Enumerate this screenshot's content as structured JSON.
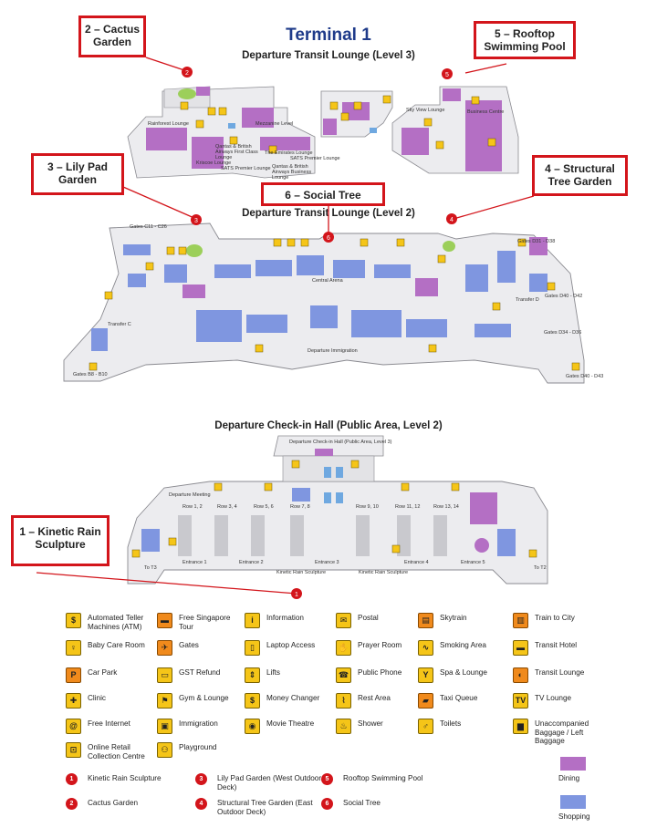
{
  "title": "Terminal 1",
  "levels": {
    "level3": "Departure Transit Lounge (Level 3)",
    "level2": "Departure Transit Lounge (Level 2)",
    "checkin": "Departure Check-in Hall (Public Area, Level 2)",
    "checkin_small": "Departure Check-in Hall (Public Area, Level 3)"
  },
  "callouts": {
    "c1": "1 – Kinetic Rain Sculpture",
    "c2": "2 – Cactus Garden",
    "c3": "3 – Lily Pad Garden",
    "c4": "4 – Structural Tree Garden",
    "c5": "5 – Rooftop Swimming Pool",
    "c6": "6 – Social Tree"
  },
  "map_labels": {
    "l3_a": "Rainforest Lounge",
    "l3_b": "Kriscoe Lounge",
    "l3_c": "Qantas & British Airways First Class Lounge",
    "l3_d": "SATS Premier Lounge",
    "l3_e": "The Emirates Lounge",
    "l3_f": "SATS Premier Lounge",
    "l3_g": "Qantas & British Airways Business Lounge",
    "l3_h": "Mezzanine Level",
    "l3_i": "Sky View Lounge",
    "l3_j": "Business Centre",
    "l2_gate1": "Gates C11 - C26",
    "l2_gate2": "Gates D31 - D38",
    "l2_gate3": "Gates D40 - D42",
    "l2_gate4": "Gates D34 - D36",
    "l2_gate5": "Gates B8 - B10",
    "l2_gate6": "Gates D40 - D43",
    "l2_transfer_c": "Transfer C",
    "l2_transfer_d": "Transfer D",
    "l2_central": "Central Arena",
    "l2_immig": "Departure Immigration",
    "ci_row1": "Row 1, 2",
    "ci_row2": "Row 3, 4",
    "ci_row3": "Row 5, 6",
    "ci_row4": "Row 7, 8",
    "ci_row5": "Row 9, 10",
    "ci_row6": "Row 11, 12",
    "ci_row7": "Row 13, 14",
    "ci_entr1": "Entrance 1",
    "ci_entr2": "Entrance 2",
    "ci_entr3": "Entrance 3",
    "ci_entr4": "Entrance 4",
    "ci_entr5": "Entrance 5",
    "ci_kinetic1": "Kinetic Rain Sculpture",
    "ci_kinetic2": "Kinetic Rain Sculpture",
    "ci_t3": "To T3",
    "ci_t2": "To T2",
    "ci_dep": "Departure Meeting"
  },
  "legend": [
    {
      "label": "Automated Teller Machines (ATM)",
      "icon": "atm-icon",
      "glyph": "$"
    },
    {
      "label": "Baby Care Room",
      "icon": "baby-care-icon",
      "glyph": "♀"
    },
    {
      "label": "Car Park",
      "icon": "car-park-icon",
      "glyph": "P"
    },
    {
      "label": "Clinic",
      "icon": "clinic-icon",
      "glyph": "✚"
    },
    {
      "label": "Free Internet",
      "icon": "internet-icon",
      "glyph": "@"
    },
    {
      "label": "Online Retail Collection Centre",
      "icon": "retail-icon",
      "glyph": "⊡"
    },
    {
      "label": "Free Singapore Tour",
      "icon": "tour-icon",
      "glyph": "▬"
    },
    {
      "label": "Gates",
      "icon": "gates-icon",
      "glyph": "✈"
    },
    {
      "label": "GST Refund",
      "icon": "gst-icon",
      "glyph": "▭"
    },
    {
      "label": "Gym & Lounge",
      "icon": "gym-icon",
      "glyph": "⚑"
    },
    {
      "label": "Immigration",
      "icon": "immigration-icon",
      "glyph": "▣"
    },
    {
      "label": "Playground",
      "icon": "playground-icon",
      "glyph": "⚇"
    },
    {
      "label": "Information",
      "icon": "information-icon",
      "glyph": "i"
    },
    {
      "label": "Laptop Access",
      "icon": "laptop-icon",
      "glyph": "▯"
    },
    {
      "label": "Lifts",
      "icon": "lifts-icon",
      "glyph": "⇕"
    },
    {
      "label": "Money Changer",
      "icon": "money-changer-icon",
      "glyph": "$"
    },
    {
      "label": "Movie Theatre",
      "icon": "movie-icon",
      "glyph": "◉"
    },
    {
      "label": "Postal",
      "icon": "postal-icon",
      "glyph": "✉"
    },
    {
      "label": "Prayer Room",
      "icon": "prayer-icon",
      "glyph": "✋"
    },
    {
      "label": "Public Phone",
      "icon": "phone-icon",
      "glyph": "☎"
    },
    {
      "label": "Rest Area",
      "icon": "rest-icon",
      "glyph": "⌇"
    },
    {
      "label": "Shower",
      "icon": "shower-icon",
      "glyph": "♨"
    },
    {
      "label": "Skytrain",
      "icon": "skytrain-icon",
      "glyph": "▤"
    },
    {
      "label": "Smoking Area",
      "icon": "smoking-icon",
      "glyph": "∿"
    },
    {
      "label": "Spa & Lounge",
      "icon": "spa-icon",
      "glyph": "Y"
    },
    {
      "label": "Taxi Queue",
      "icon": "taxi-icon",
      "glyph": "▰"
    },
    {
      "label": "Toilets",
      "icon": "toilets-icon",
      "glyph": "♂"
    },
    {
      "label": "Train to City",
      "icon": "train-icon",
      "glyph": "▥"
    },
    {
      "label": "Transit Hotel",
      "icon": "hotel-icon",
      "glyph": "▬"
    },
    {
      "label": "Transit Lounge",
      "icon": "transit-lounge-icon",
      "glyph": "◐"
    },
    {
      "label": "TV Lounge",
      "icon": "tv-icon",
      "glyph": "TV"
    },
    {
      "label": "Unaccompanied Baggage / Left Baggage",
      "icon": "baggage-icon",
      "glyph": "▆"
    }
  ],
  "numbered": [
    {
      "num": "1",
      "label": "Kinetic Rain Sculpture"
    },
    {
      "num": "2",
      "label": "Cactus Garden"
    },
    {
      "num": "3",
      "label": "Lily Pad Garden (West Outdoor Deck)"
    },
    {
      "num": "4",
      "label": "Structural Tree Garden (East Outdoor Deck)"
    },
    {
      "num": "5",
      "label": "Rooftop Swimming Pool"
    },
    {
      "num": "6",
      "label": "Social Tree"
    }
  ],
  "area_keys": [
    {
      "label": "Dining",
      "color": "#b46fc4"
    },
    {
      "label": "Shopping",
      "color": "#7f96e0"
    }
  ],
  "colors": {
    "callout_border": "#d3151b",
    "title": "#1f3b8a",
    "icon_yellow": "#f5c518",
    "icon_orange": "#f08a1c",
    "dining": "#b46fc4",
    "shopping": "#7f96e0",
    "floor": "#e8e8ea"
  }
}
